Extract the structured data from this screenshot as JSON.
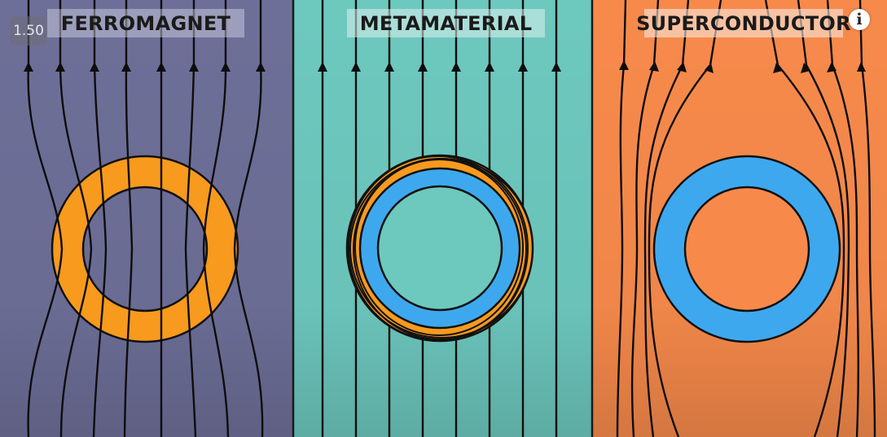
{
  "panels": {
    "ferromagnet": {
      "title": "FERROMAGNET",
      "background": "#6e6f98",
      "ring_color": "#f79a1e"
    },
    "metamaterial": {
      "title": "METAMATERIAL",
      "background": "#6dc8be",
      "ring_outer_color": "#f79a1e",
      "ring_inner_color": "#3ea8ee"
    },
    "superconductor": {
      "title": "SUPERCONDUCTOR",
      "background": "#f78a4b",
      "ring_color": "#3ea8ee"
    }
  },
  "overlay": {
    "timer_text": "1.50",
    "info_icon": "info-icon",
    "info_glyph": "i"
  },
  "colors": {
    "field_line": "#0d0d0d",
    "divider": "#1a1a1a"
  }
}
